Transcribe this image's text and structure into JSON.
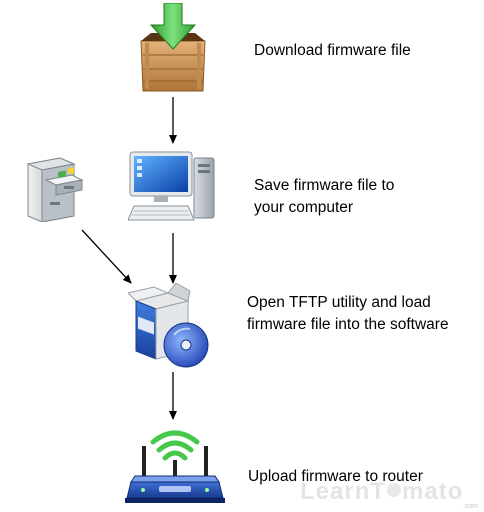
{
  "steps": [
    {
      "label": "Download firmware file",
      "icon": "download-box-icon"
    },
    {
      "label_lines": [
        "Save firmware file to",
        "your computer"
      ],
      "icon": "desktop-computer-icon"
    },
    {
      "label_lines": [
        "Open TFTP utility and load",
        "firmware file into the software"
      ],
      "icon": "software-box-icon"
    },
    {
      "label": "Upload firmware to router",
      "icon": "wireless-router-icon"
    }
  ],
  "side_icon": "file-cabinet-icon",
  "watermark": {
    "text_a": "LearnT",
    "text_b": "mato",
    "suffix": ".com"
  },
  "colors": {
    "arrow": "#000000",
    "accent_green": "#3dbf3d",
    "accent_blue": "#1f4fb3"
  }
}
